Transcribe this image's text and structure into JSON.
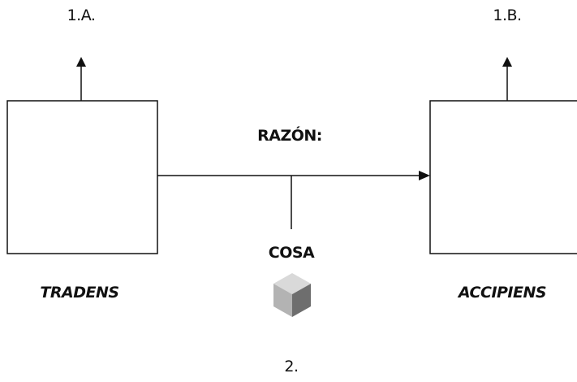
{
  "labels": {
    "top_left": "1.A.",
    "top_right": "1.B.",
    "reason": "RAZÓN:",
    "thing": "COSA",
    "left_party": "TRADENS",
    "right_party": "ACCIPIENS",
    "bottom": "2."
  },
  "colors": {
    "line": "#111111",
    "cube_top": "#d9d9d9",
    "cube_left": "#b3b3b3",
    "cube_right": "#6e6e6e"
  },
  "icons": {
    "thing": "cube-icon"
  }
}
